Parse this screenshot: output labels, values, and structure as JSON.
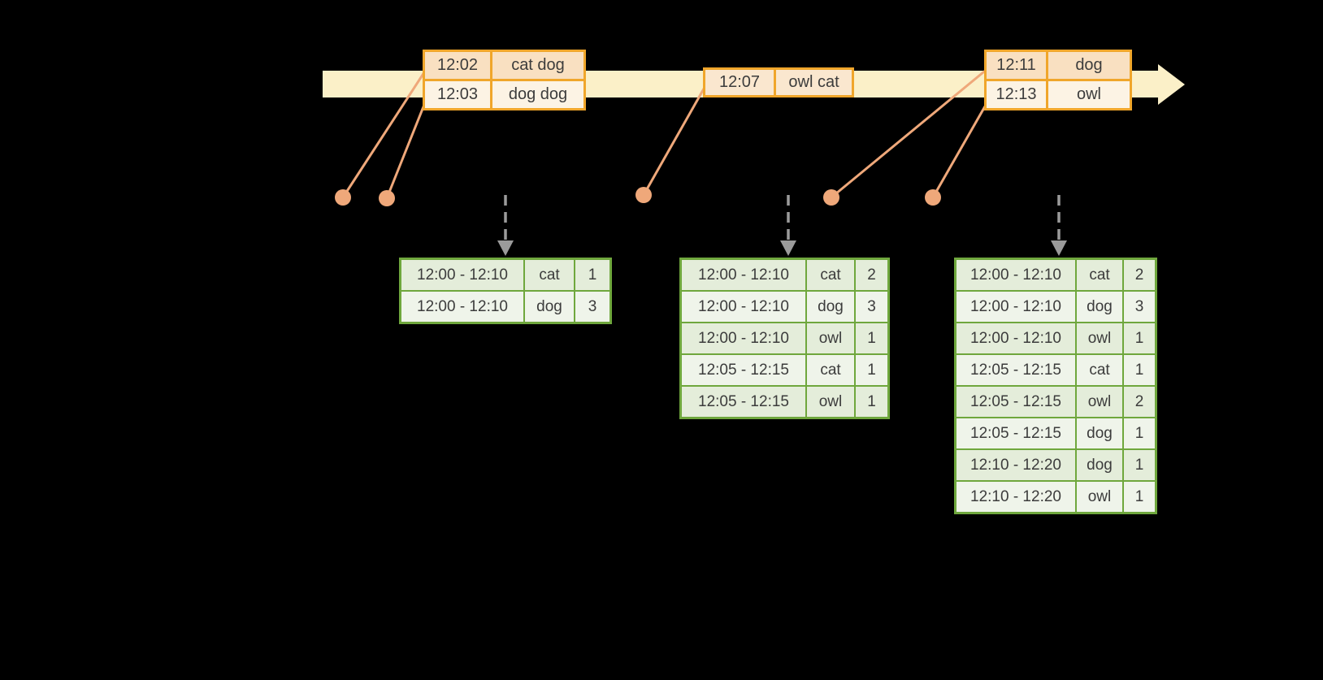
{
  "diagram": {
    "description": "streaming-windowed-word-count-diagram",
    "colors": {
      "background": "#000000",
      "text": "#3C3C3C",
      "timeline_fill": "#FBF0C8",
      "orange_border": "#F0A62B",
      "orange_row_dark": "#F9E0C1",
      "orange_row_light": "#FCF3E4",
      "orange_row_medium": "#FAE7CF",
      "connector": "#EFA87A",
      "trigger_gray": "#9B9B9B",
      "green_border": "#6FA73D",
      "green_row_dark": "#E4EDDA",
      "green_row_light": "#EFF4EA"
    },
    "event_tables": [
      {
        "rows": [
          [
            "12:02",
            "cat dog"
          ],
          [
            "12:03",
            "dog dog"
          ]
        ]
      },
      {
        "rows": [
          [
            "12:07",
            "owl cat"
          ]
        ]
      },
      {
        "rows": [
          [
            "12:11",
            "dog"
          ],
          [
            "12:13",
            "owl"
          ]
        ]
      }
    ],
    "result_tables": [
      {
        "rows": [
          [
            "12:00 - 12:10",
            "cat",
            "1"
          ],
          [
            "12:00 - 12:10",
            "dog",
            "3"
          ]
        ]
      },
      {
        "rows": [
          [
            "12:00 - 12:10",
            "cat",
            "2"
          ],
          [
            "12:00 - 12:10",
            "dog",
            "3"
          ],
          [
            "12:00 - 12:10",
            "owl",
            "1"
          ],
          [
            "12:05 - 12:15",
            "cat",
            "1"
          ],
          [
            "12:05 - 12:15",
            "owl",
            "1"
          ]
        ]
      },
      {
        "rows": [
          [
            "12:00 - 12:10",
            "cat",
            "2"
          ],
          [
            "12:00 - 12:10",
            "dog",
            "3"
          ],
          [
            "12:00 - 12:10",
            "owl",
            "1"
          ],
          [
            "12:05 - 12:15",
            "cat",
            "1"
          ],
          [
            "12:05 - 12:15",
            "owl",
            "2"
          ],
          [
            "12:05 - 12:15",
            "dog",
            "1"
          ],
          [
            "12:10 - 12:20",
            "dog",
            "1"
          ],
          [
            "12:10 - 12:20",
            "owl",
            "1"
          ]
        ]
      }
    ]
  }
}
